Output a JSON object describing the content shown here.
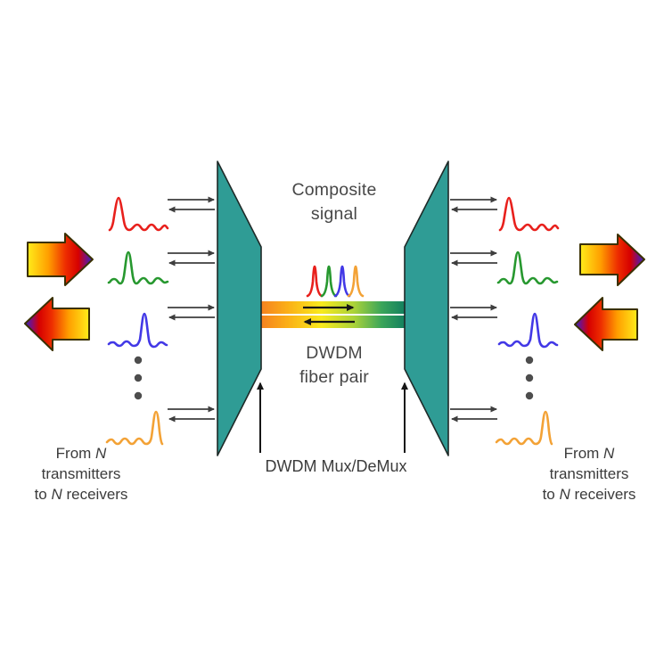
{
  "labels": {
    "composite_line1": "Composite",
    "composite_line2": "signal",
    "fiber_line1": "DWDM",
    "fiber_line2": "fiber pair",
    "mux_demux": "DWDM Mux/DeMux"
  },
  "caption": {
    "line1_pre": "From ",
    "line1_italic": "N",
    "line2": "transmitters",
    "line3_pre": "to ",
    "line3_italic": "N",
    "line3_post": " receivers"
  },
  "colors": {
    "teal": "#2f9c95",
    "outline": "#1e2a28",
    "red": "#e8201c",
    "green": "#27982f",
    "blue": "#4238e6",
    "orange": "#f3a236",
    "arrow_gray": "#3e3e3e",
    "arrow_black": "#161616",
    "dots": "#4d4d4d",
    "big_arrow_outline": "#3a3000",
    "big_arrow_stops": [
      "#ffec1a",
      "#ff9e00",
      "#ee2e00",
      "#d60000",
      "#7d0f7d",
      "#2d2dc0"
    ],
    "fiber_stops": [
      "#f58220",
      "#fbae17",
      "#f8ea1c",
      "#a9d23a",
      "#3aa55a",
      "#13805f"
    ]
  }
}
